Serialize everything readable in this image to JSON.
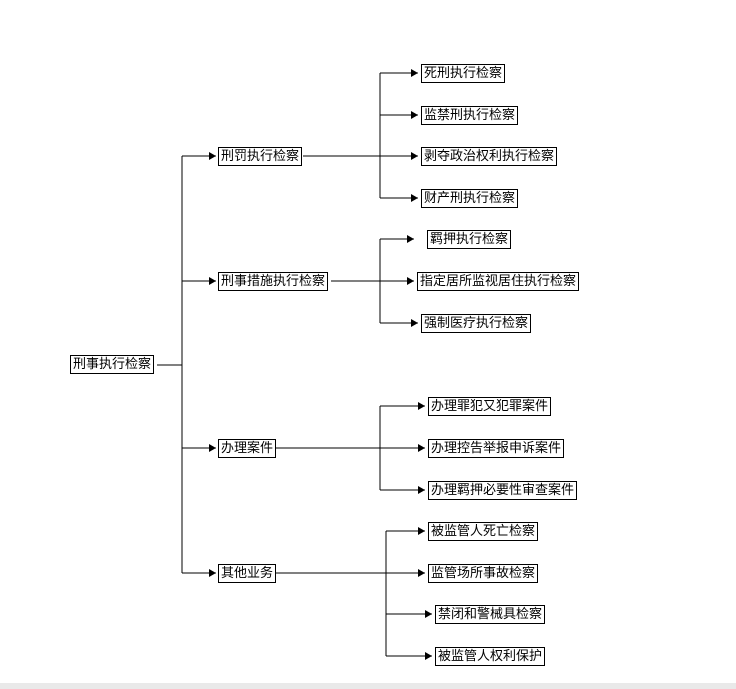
{
  "root": {
    "label": "刑事执行检察"
  },
  "groups": [
    {
      "label": "刑罚执行检察",
      "children": [
        "死刑执行检察",
        "监禁刑执行检察",
        "剥夺政治权利执行检察",
        "财产刑执行检察"
      ]
    },
    {
      "label": "刑事措施执行检察",
      "children": [
        "羁押执行检察",
        "指定居所监视居住执行检察",
        "强制医疗执行检察"
      ]
    },
    {
      "label": "办理案件",
      "children": [
        "办理罪犯又犯罪案件",
        "办理控告举报申诉案件",
        "办理羁押必要性审查案件"
      ]
    },
    {
      "label": "其他业务",
      "children": [
        "被监管人死亡检察",
        "监管场所事故检察",
        "禁闭和警械具检察",
        "被监管人权利保护"
      ]
    }
  ]
}
